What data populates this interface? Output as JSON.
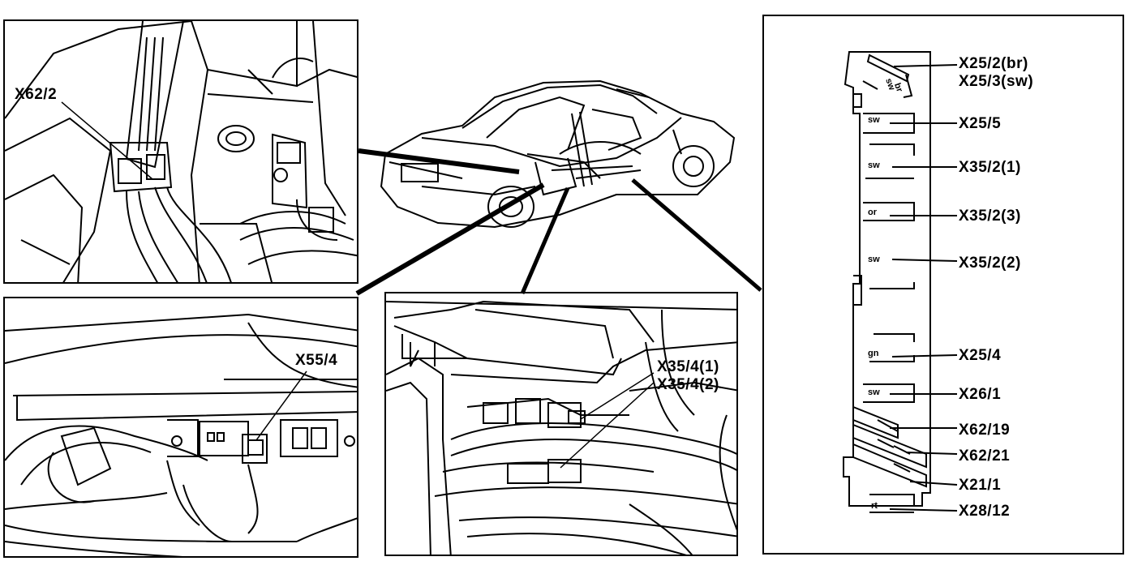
{
  "callouts": {
    "top_left": "X62/2",
    "bottom_left": "X55/4",
    "bottom_mid_1": "X35/4(1)",
    "bottom_mid_2": "X35/4(2)"
  },
  "fuse_strip": {
    "labels": {
      "l1": "X25/2(br)",
      "l2": "X25/3(sw)",
      "l3": "X25/5",
      "l4": "X35/2(1)",
      "l5": "X35/2(3)",
      "l6": "X35/2(2)",
      "l7": "X25/4",
      "l8": "X26/1",
      "l9": "X62/19",
      "l10": "X62/21",
      "l11": "X21/1",
      "l12": "X28/12"
    },
    "socket_text": {
      "s1": "sw",
      "s2": "sw",
      "s3": "or",
      "s4": "sw",
      "s5": "gn",
      "s6": "sw",
      "s7": "rt",
      "s_top1": "br",
      "s_top2": "sw"
    }
  },
  "colors": {
    "line": "#000000",
    "background": "#ffffff"
  }
}
